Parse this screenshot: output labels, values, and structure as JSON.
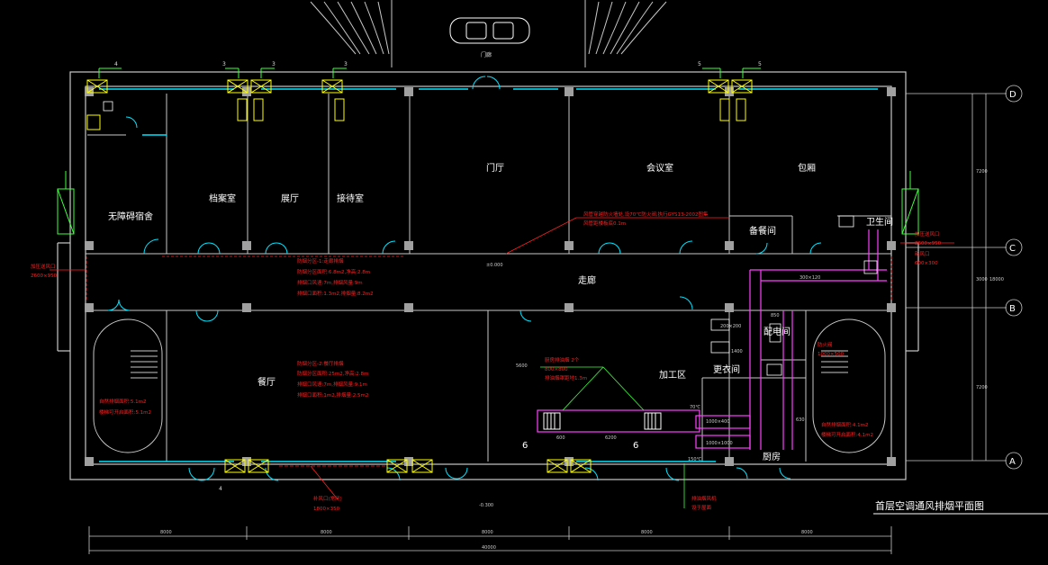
{
  "drawing": {
    "title": "首层空调通风排烟平面图",
    "colors": {
      "background": "#000000",
      "wall": "#c8c8c8",
      "door": "#00e5ff",
      "duct": "#ff40ff",
      "fan_unit": "#ffff00",
      "annotation": "#ff2020",
      "column": "#a0a0a0"
    }
  },
  "rooms": {
    "entrance_canopy": "门廊",
    "dorm": "无障碍宿舍",
    "archive": "档案室",
    "hall_small": "展厅",
    "reception": "接待室",
    "lobby": "门厅",
    "meeting": "会议室",
    "private_room": "包厢",
    "restroom": "卫生间",
    "pantry": "备餐间",
    "corridor": "走廊",
    "dining": "餐厅",
    "processing": "加工区",
    "power": "配电间",
    "changing": "更衣间",
    "kitchen": "厨房"
  },
  "grid_axes": [
    "D",
    "C",
    "B",
    "A"
  ],
  "dimensions": {
    "bottom_spans": [
      "8000",
      "8000",
      "8000",
      "8000",
      "8000"
    ],
    "total": "40000",
    "right_spans": [
      "7200",
      "3000",
      "7200"
    ],
    "right_total": "18000",
    "elev_1": "±0.000",
    "elev_2": "-0.300",
    "duct_300x120": "300×120",
    "duct_200x200": "200×200",
    "duct_1000x400": "1000×400",
    "duct_1000x1000": "1000×1000",
    "v_5600": "5600",
    "v_850": "850",
    "v_1400": "1400",
    "v_630": "630",
    "d_6200": "6200",
    "d_600": "600"
  },
  "fan_tags": [
    "4",
    "3",
    "3",
    "3",
    "5",
    "5",
    "6",
    "6",
    "4"
  ],
  "annotations": {
    "corridor_zone_title": "防烟分区-1:走廊排烟",
    "corridor_zone_l1": "防烟分区面积:6.8m2,净高:2.8m",
    "corridor_zone_l2": "排烟口风速:7m,排烟风量:9m",
    "corridor_zone_l3": "排烟口面积:1.3m2,排烟量:8.2m2",
    "dining_zone_title": "防烟分区-2:餐厅排烟",
    "dining_zone_l1": "防烟分区面积:25m2,净高:2.8m",
    "dining_zone_l2": "排烟口风速:7m,排烟风量:9.1m",
    "dining_zone_l3": "排烟口面积:1m2,排烟量:2.5m2",
    "stair_left_l1": "自然排烟面积:5.1m2",
    "stair_left_l2": "楼梯可开启面积:5.1m2",
    "stair_right_l1": "自然排烟面积:4.1m2",
    "stair_right_l2": "楼梯可开启面积:4.1m2",
    "left_vent_l1": "加压送风口",
    "left_vent_l2": "2600×950",
    "right_vent_l1": "加压送风口",
    "right_vent_l2": "2600×950",
    "right_vent_l3": "新风口",
    "right_vent_l4": "600×300",
    "bottom_vent_l1": "补风口(常闭)",
    "bottom_vent_l2": "1800×350",
    "lobby_note_l1": "风管穿越防火墙处,设70℃防火阀,执行GYS13-2002图集",
    "lobby_note_l2": "风管距楼板底0.1m",
    "kitchen_note_l1": "厨房排油烟 2个",
    "kitchen_note_l2": "800×800",
    "kitchen_note_l3": "排油烟罩距地1.3m",
    "kitchen_bottom_l1": "排油烟风机",
    "kitchen_bottom_l2": "设于屋面",
    "temp_70": "70℃",
    "temp_150": "150℃",
    "power_note_l1": "防火阀",
    "power_note_l2": "1000×500"
  }
}
